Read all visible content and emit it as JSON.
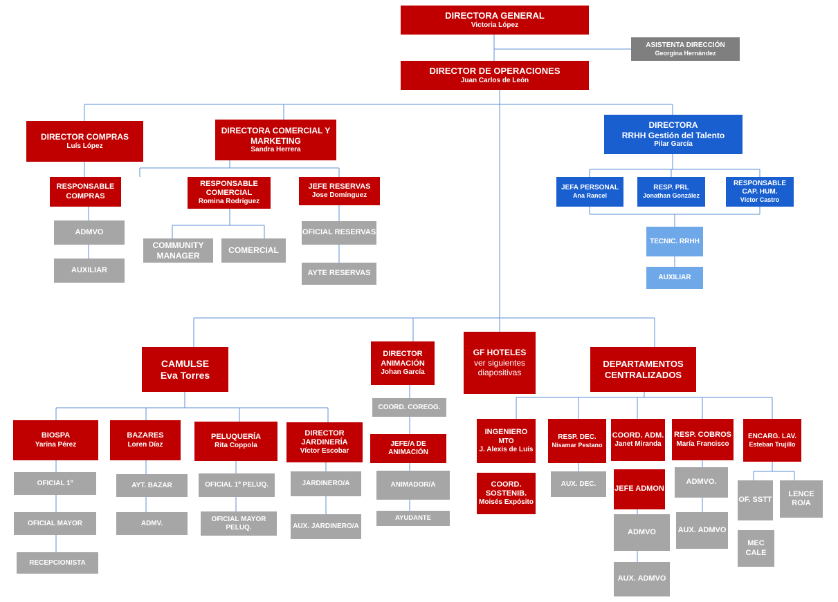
{
  "top": {
    "general": {
      "title": "DIRECTORA GENERAL",
      "name": "Victoria López"
    },
    "assistant": {
      "title": "ASISTENTA DIRECCIÓN",
      "name": "Georgina Hernández"
    },
    "operations": {
      "title": "DIRECTOR DE OPERACIONES",
      "name": "Juan Carlos de León"
    }
  },
  "compras": {
    "director": {
      "title": "DIRECTOR COMPRAS",
      "name": "Luís López"
    },
    "responsable": {
      "title": "RESPONSABLE COMPRAS"
    },
    "admvo": "ADMVO",
    "auxiliar": "AUXILIAR"
  },
  "comercial": {
    "director": {
      "title": "DIRECTORA COMERCIAL Y MARKETING",
      "name": "Sandra Herrera"
    },
    "responsable": {
      "title": "RESPONSABLE COMERCIAL",
      "name": "Romina Rodríguez"
    },
    "community": "COMMUNITY MANAGER",
    "comercial": "COMERCIAL",
    "jefe_reservas": {
      "title": "JEFE RESERVAS",
      "name": "Jose Domínguez"
    },
    "oficial_reservas": "OFICIAL RESERVAS",
    "ayte_reservas": "AYTE RESERVAS"
  },
  "rrhh": {
    "director": {
      "title": "DIRECTORA",
      "subtitle": "RRHH Gestión del Talento",
      "name": "Pilar García"
    },
    "personal": {
      "title": "JEFA PERSONAL",
      "name": "Ana Rancel"
    },
    "prl": {
      "title": "RESP. PRL",
      "name": "Jonathan González"
    },
    "caphum": {
      "title": "RESPONSABLE CAP. HUM.",
      "name": "Víctor Castro"
    },
    "tecnic": "TECNIC. RRHH",
    "auxiliar": "AUXILIAR"
  },
  "camulse": {
    "head": {
      "title": "CAMULSE",
      "name": "Eva Torres"
    },
    "biospa": {
      "title": "BIOSPA",
      "name": "Yarina Pérez",
      "items": [
        "OFICIAL 1º",
        "OFICIAL MAYOR",
        "RECEPCIONISTA"
      ]
    },
    "bazares": {
      "title": "BAZARES",
      "name": "Loren Díaz",
      "items": [
        "AYT. BAZAR",
        "ADMV."
      ]
    },
    "peluqueria": {
      "title": "PELUQUERÍA",
      "name": "Rita Coppola",
      "items": [
        "OFICIAL 1º PELUQ.",
        "OFICIAL MAYOR PELUQ."
      ]
    },
    "jardineria": {
      "title": "DIRECTOR JARDINERÍA",
      "name": "Víctor Escobar",
      "items": [
        "JARDINERO/A",
        "AUX. JARDINERO/A"
      ]
    }
  },
  "animacion": {
    "director": {
      "title": "DIRECTOR ANIMACIÓN",
      "name": "Johan García"
    },
    "coord": "COORD. COREOG.",
    "jefe": "JEFE/A DE ANIMACIÓN",
    "animador": "ANIMADOR/A",
    "ayudante": "AYUDANTE"
  },
  "gf": {
    "title": "GF HOTELES",
    "line1": "ver siguientes",
    "line2": "diapositivas"
  },
  "centralizados": {
    "head": {
      "title": "DEPARTAMENTOS CENTRALIZADOS"
    },
    "ingeniero": {
      "title": "INGENIERO",
      "subtitle": "MTO",
      "name": "J. Alexis de Luís"
    },
    "sostenib": {
      "title": "COORD. SOSTENIB.",
      "name": "Moisés Expósito"
    },
    "dec": {
      "title": "RESP. DEC.",
      "name": "Nisamar Pestano"
    },
    "aux_dec": "AUX. DEC.",
    "adm": {
      "title": "COORD. ADM.",
      "name": "Janet Miranda"
    },
    "jefe_admon": "JEFE ADMON",
    "adm_admvo": "ADMVO",
    "adm_aux": "AUX. ADMVO",
    "cobros": {
      "title": "RESP. COBROS",
      "name": "María Francisco"
    },
    "cobros_admvo": "ADMVO.",
    "cobros_aux": "AUX. ADMVO",
    "lav": {
      "title": "ENCARG. LAV.",
      "name": "Esteban Trujillo"
    },
    "of_sstt": "OF. SSTT",
    "lencero": "LENCE RO/A",
    "mec": "MEC CALE"
  },
  "colors": {
    "red": "#c00000",
    "gray": "#a6a6a6",
    "darkgray": "#7f7f7f",
    "blue": "#1a5fd0",
    "lightblue": "#6fa8e8",
    "connector": "#5b8fd6"
  }
}
